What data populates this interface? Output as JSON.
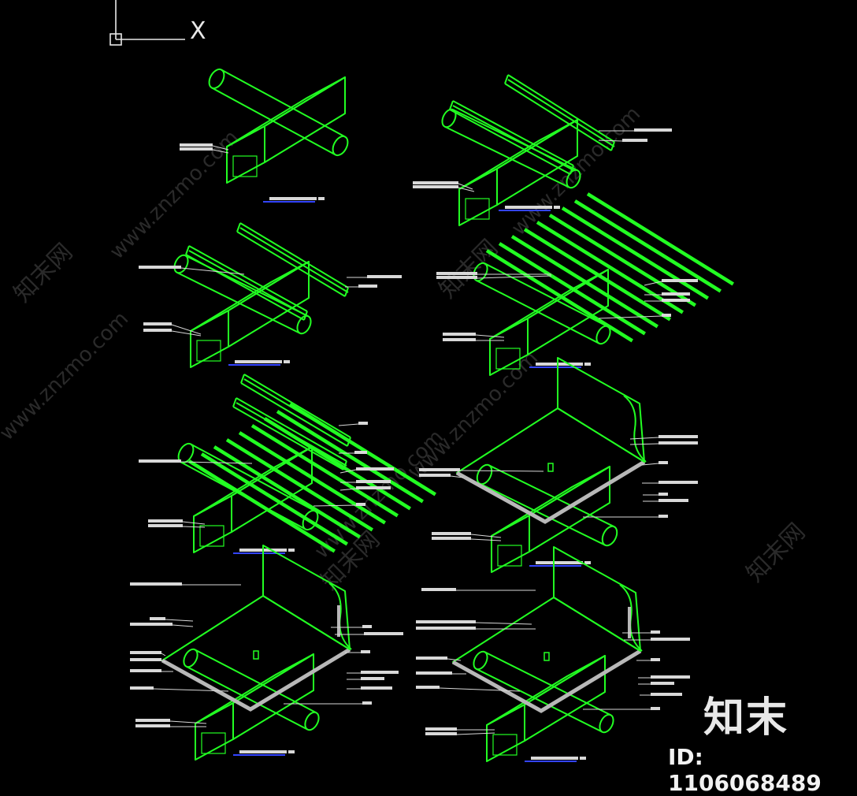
{
  "watermark": {
    "site": "www.znzmo.com",
    "brand_cn": "知末网",
    "brand_logo": "知末",
    "id_text": "ID: 1106068489"
  },
  "ucs_icon": {
    "label": "X"
  },
  "colors": {
    "background": "#000000",
    "drawing_lines": "#22ff22",
    "label_bars": "#d8d8d8",
    "title_underline": "#3344ff",
    "panel_fill": "#b8b8b8"
  },
  "details": [
    {
      "id": 1,
      "variant": "tube-pipe"
    },
    {
      "id": 2,
      "variant": "tube-pipe-channel"
    },
    {
      "id": 3,
      "variant": "tube-pipe-channel-hanger"
    },
    {
      "id": 4,
      "variant": "tube-pipe-slats"
    },
    {
      "id": 5,
      "variant": "tube-pipe-slats-channel"
    },
    {
      "id": 6,
      "variant": "tube-pipe-board-wall"
    },
    {
      "id": 7,
      "variant": "tube-board-wall-finish"
    },
    {
      "id": 8,
      "variant": "tube-board-wall-finish-alt"
    }
  ]
}
